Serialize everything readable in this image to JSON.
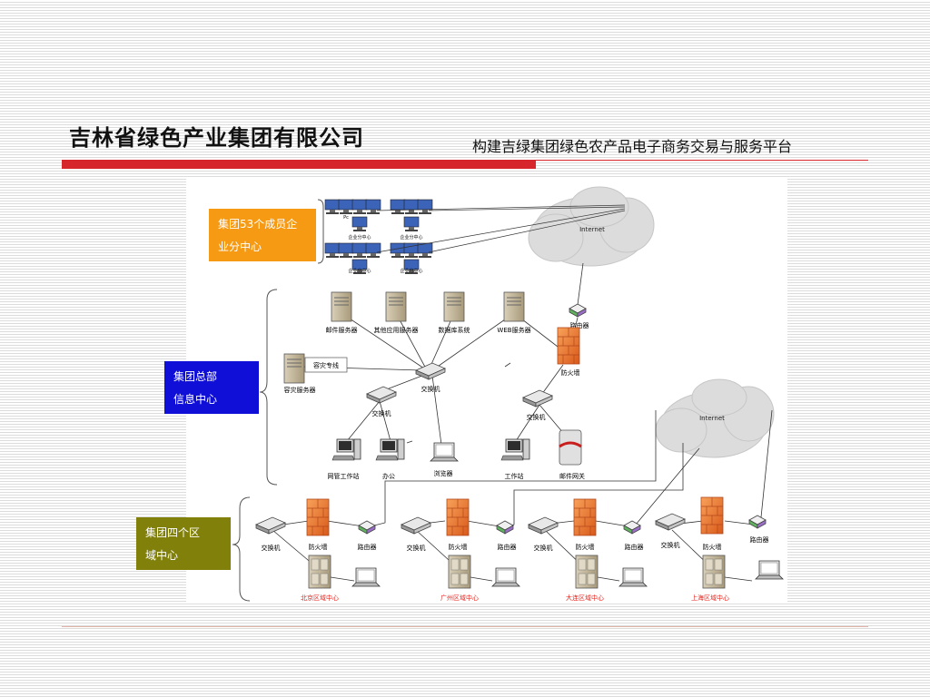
{
  "header": {
    "title": "吉林省绿色产业集团有限公司",
    "subtitle": "构建吉绿集团绿色农产品电子商务交易与服务平台"
  },
  "colors": {
    "accent_red": "#d6262b",
    "orange_box": "#f79a13",
    "blue_box": "#0f0fd7",
    "olive_box": "#80800a",
    "region_label": "#e0261f"
  },
  "labels": {
    "member": {
      "line1": "集团53个成员企",
      "line2": "业分中心"
    },
    "hq": {
      "line1": "集团总部",
      "line2": "信息中心"
    },
    "region": {
      "line1": "集团四个区",
      "line2": "域中心"
    }
  },
  "diagram": {
    "member_group": {
      "pc": "Pc",
      "branch": "企业分中心"
    },
    "internet": "Internet",
    "router": "路由器",
    "firewall": "防火墙",
    "switch": "交换机",
    "servers": {
      "mail": "邮件服务器",
      "other_app": "其他应用服务器",
      "database": "数据库系统",
      "web": "WEB服务器",
      "backup": "容灾服务器"
    },
    "backup_line": "容灾专线",
    "workstations": {
      "netmgmt": "网管工作站",
      "office": "办公",
      "browser": "浏览器",
      "workstation": "工作站",
      "mail_gateway": "邮件网关"
    },
    "regions": [
      "北京区域中心",
      "广州区域中心",
      "大连区域中心",
      "上海区域中心"
    ]
  }
}
